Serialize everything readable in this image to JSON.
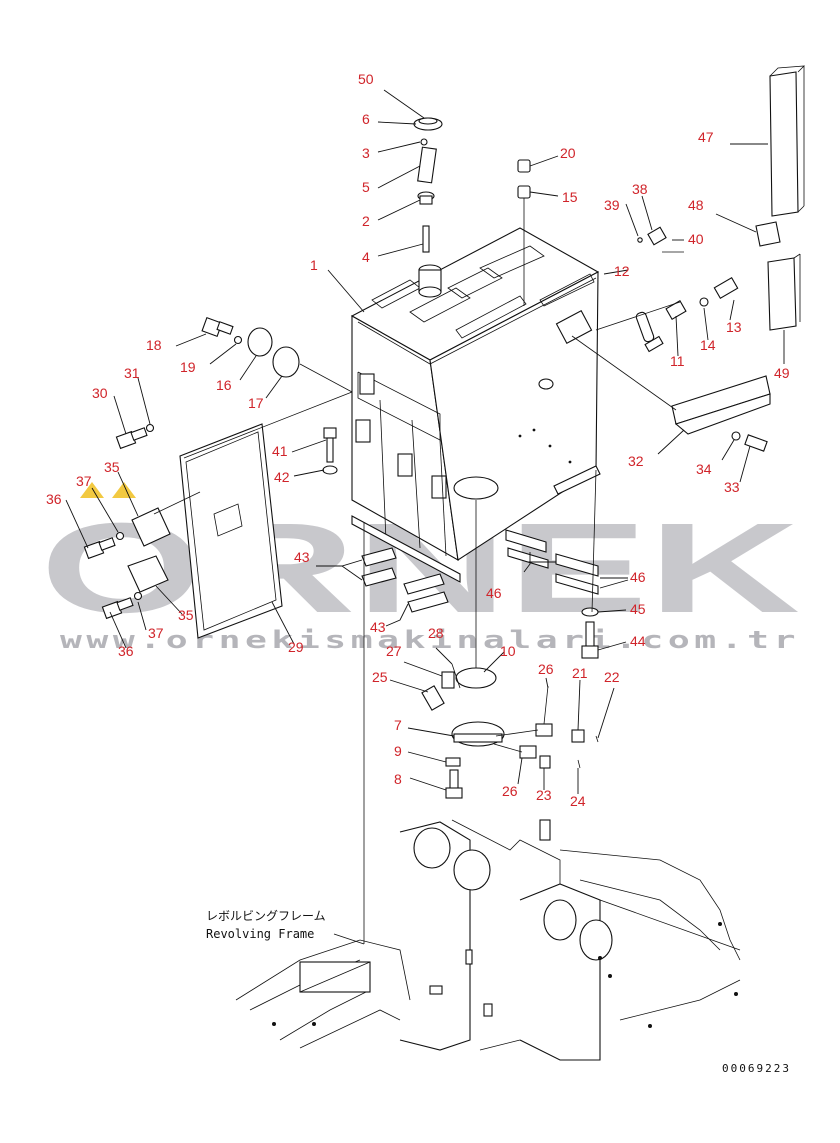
{
  "watermark": {
    "brand": "ORNEK",
    "url": "www.ornekismakinalari.com.tr",
    "color": "#b9b9be",
    "accent_color": "#f0c020"
  },
  "frame_label": {
    "japanese": "レボルビングフレーム",
    "english": "Revolving Frame"
  },
  "drawing_number": "00069223",
  "callout_color": "#d0242a",
  "callouts": {
    "p50": "50",
    "p6": "6",
    "p3": "3",
    "p5": "5",
    "p2": "2",
    "p4": "4",
    "p1": "1",
    "p20": "20",
    "p15": "15",
    "p38": "38",
    "p39": "39",
    "p40": "40",
    "p47": "47",
    "p48": "48",
    "p12": "12",
    "p13": "13",
    "p14": "14",
    "p11": "11",
    "p49": "49",
    "p18": "18",
    "p19": "19",
    "p16": "16",
    "p17": "17",
    "p30": "30",
    "p31": "31",
    "p41": "41",
    "p42": "42",
    "p32": "32",
    "p34": "34",
    "p33": "33",
    "p35a": "35",
    "p37a": "37",
    "p36a": "36",
    "p35b": "35",
    "p37b": "37",
    "p36b": "36",
    "p29": "29",
    "p43a": "43",
    "p43b": "43",
    "p46a": "46",
    "p46b": "46",
    "p45": "45",
    "p44": "44",
    "p28": "28",
    "p10": "10",
    "p27": "27",
    "p25": "25",
    "p26a": "26",
    "p21": "21",
    "p22": "22",
    "p7": "7",
    "p9": "9",
    "p8": "8",
    "p26b": "26",
    "p23": "23",
    "p24": "24"
  }
}
